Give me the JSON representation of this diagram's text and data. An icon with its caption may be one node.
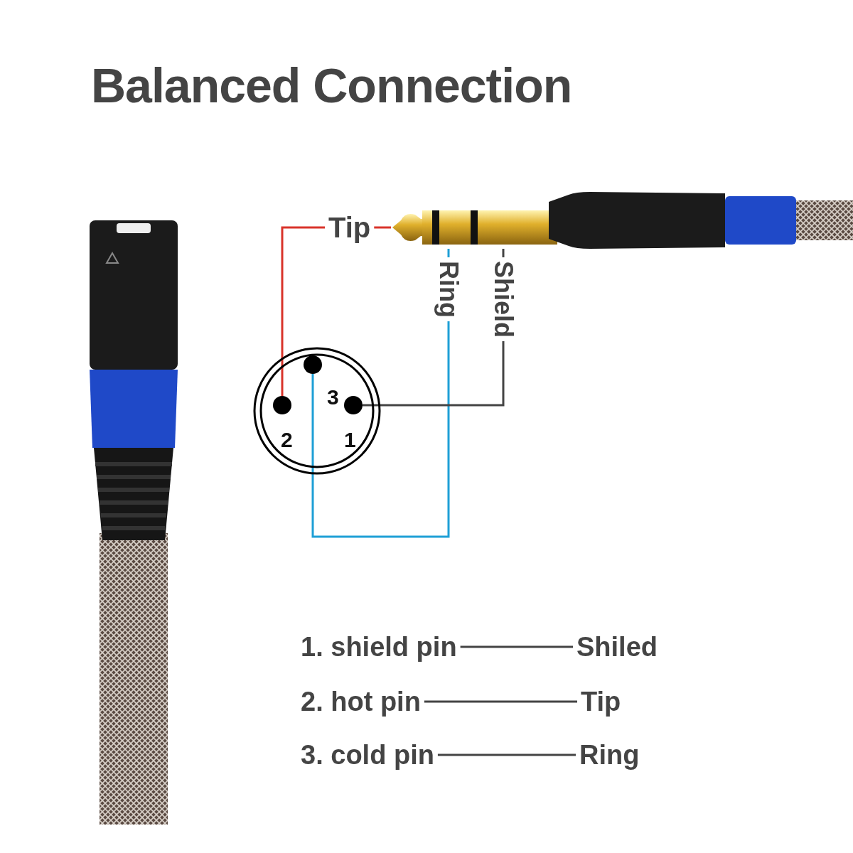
{
  "diagram": {
    "title": "Balanced Connection",
    "nodes": [
      {
        "text": [],
        "shape": "picture"
      },
      {
        "text": [
          "Tip"
        ]
      },
      {
        "text": [
          "Ring"
        ]
      },
      {
        "text": [
          "Shield"
        ]
      },
      {
        "text": [],
        "shape": "picture"
      },
      {
        "text": [],
        "shape": "circle"
      },
      {
        "text": [],
        "shape": "circle",
        "in": 5,
        "beside": [
          "2"
        ]
      },
      {
        "text": [],
        "shape": "circle",
        "in": 5,
        "beside": [
          "3"
        ]
      },
      {
        "text": [],
        "shape": "circle",
        "in": 5,
        "beside": [
          "1"
        ]
      },
      {
        "text": [
          "1.  shield pin"
        ]
      },
      {
        "text": [
          "Shiled"
        ]
      },
      {
        "text": [
          "2.  hot pin"
        ]
      },
      {
        "text": [
          "Tip"
        ]
      },
      {
        "text": [
          "3.  cold pin"
        ]
      },
      {
        "text": [
          "Ring"
        ]
      }
    ],
    "edges": [
      {
        "from": 1,
        "to": 0,
        "arrow": "none",
        "color": "#d9342b"
      },
      {
        "from": 1,
        "to": 6,
        "arrow": "none",
        "color": "#d9342b"
      },
      {
        "from": 2,
        "to": 0,
        "arrow": "none",
        "color": "#1e9fd6"
      },
      {
        "from": 2,
        "to": 7,
        "arrow": "none",
        "color": "#1e9fd6"
      },
      {
        "from": 3,
        "to": 0,
        "arrow": "none"
      },
      {
        "from": 3,
        "to": 8,
        "arrow": "none"
      },
      {
        "from": 9,
        "to": 10,
        "arrow": "none"
      },
      {
        "from": 11,
        "to": 12,
        "arrow": "none"
      },
      {
        "from": 13,
        "to": 14,
        "arrow": "none"
      }
    ]
  }
}
